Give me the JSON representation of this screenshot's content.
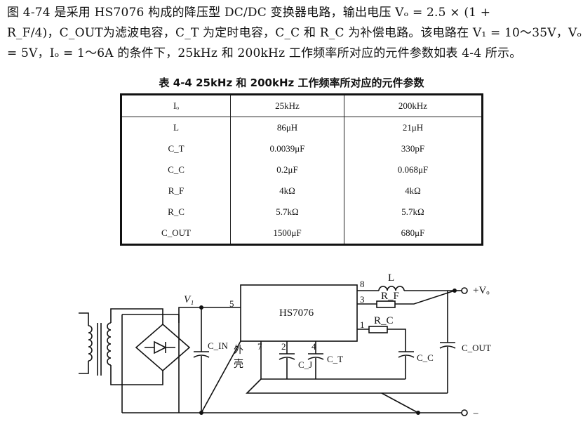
{
  "paragraph": {
    "line1": "图 4-74 是采用 HS7076 构成的降压型 DC/DC 变换器电路，输出电压 Vₒ = 2.5 × (1 +",
    "line2": "R_F/4)，C_OUT为滤波电容，C_T 为定时电容，C_C 和 R_C 为补偿电路。该电路在 V₁ = 10～35V，Vₒ",
    "line3": "= 5V，Iₒ = 1～6A 的条件下，25kHz 和 200kHz 工作频率所对应的元件参数如表 4-4 所示。"
  },
  "table": {
    "caption": "表 4-4   25kHz 和 200kHz 工作频率所对应的元件参数",
    "headers": [
      "Iₒ",
      "25kHz",
      "200kHz"
    ],
    "rows": [
      [
        "L",
        "86μH",
        "21μH"
      ],
      [
        "C_T",
        "0.0039μF",
        "330pF"
      ],
      [
        "C_C",
        "0.2μF",
        "0.068μF"
      ],
      [
        "R_F",
        "4kΩ",
        "4kΩ"
      ],
      [
        "R_C",
        "5.7kΩ",
        "5.7kΩ"
      ],
      [
        "C_OUT",
        "1500μF",
        "680μF"
      ]
    ]
  },
  "circuit": {
    "ic_label": "HS7076",
    "labels": {
      "v1": "V₁",
      "vo": "+Vₒ",
      "minus": "−",
      "inductor": "L",
      "rf": "R_F",
      "rc": "R_C",
      "cin": "C_IN",
      "cj": "C_J",
      "ct": "C_T",
      "cc": "C_C",
      "cout": "C_OUT",
      "case_line1": "外",
      "case_line2": "壳"
    },
    "pins": {
      "p5": "5",
      "p8": "8",
      "p3": "3",
      "p1": "1",
      "p7": "7",
      "p2": "2",
      "p4": "4"
    }
  }
}
